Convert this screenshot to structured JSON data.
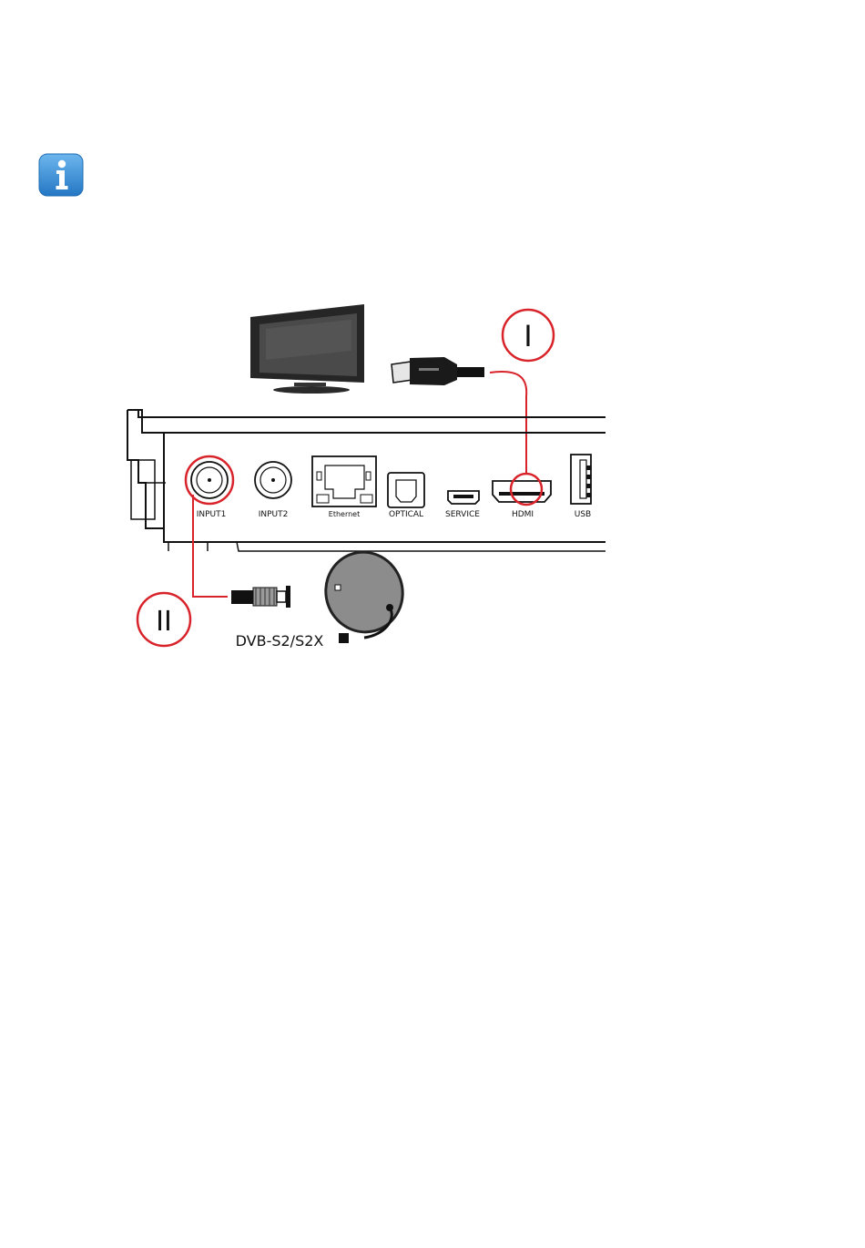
{
  "info_icon": {
    "icon": "info-icon",
    "color": "#3b8fd6"
  },
  "diagram": {
    "markers": {
      "first": "I",
      "second": "II"
    },
    "ports": {
      "input1": "INPUT1",
      "input2": "INPUT2",
      "ethernet": "Ethernet",
      "optical": "OPTICAL",
      "service": "SERVICE",
      "hdmi": "HDMI",
      "usb": "USB"
    },
    "dish_label": "DVB-S2/S2X",
    "accent_color": "#d8232a"
  }
}
